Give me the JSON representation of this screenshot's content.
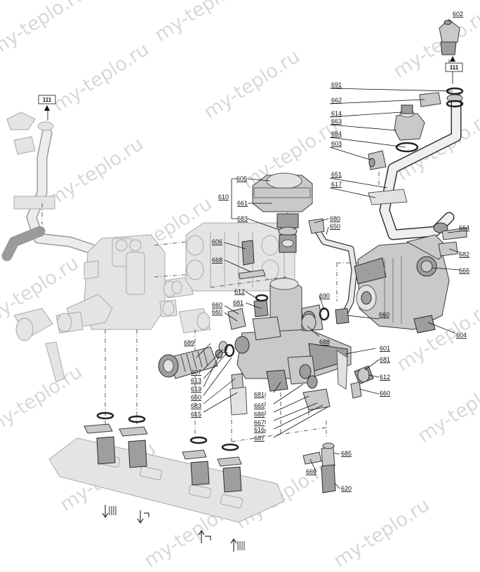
{
  "watermark": "my-teplo.ru",
  "reference_tag": "111",
  "part_labels": {
    "p602": "602",
    "p691": "691",
    "p662": "662",
    "p614": "614",
    "p663": "663",
    "p684": "684",
    "p603": "603",
    "p651": "651",
    "p617": "617",
    "p605": "605",
    "p610": "610",
    "p661": "661",
    "p683a": "683",
    "p680": "680",
    "p650": "650",
    "p664": "664",
    "p682": "682",
    "p666": "666",
    "p606": "606",
    "p668": "668",
    "p612a": "612",
    "p681a": "681",
    "p660a": "660",
    "p660b": "660",
    "p690": "690",
    "p660c": "660",
    "p688": "688",
    "p604": "604",
    "p689": "689",
    "p601": "601",
    "p681b": "681",
    "p612b": "612",
    "p660d": "660",
    "p607": "607",
    "p613": "613",
    "p619": "619",
    "p660e": "660",
    "p683b": "683",
    "p615": "615",
    "p681c": "681",
    "p665": "665",
    "p686": "686",
    "p667": "667",
    "p616": "616",
    "p687": "687",
    "p685": "685",
    "p669": "669",
    "p620": "620"
  },
  "icons": {
    "ref_arrow": "arrow-up-icon",
    "hot_water_out": "radiator-arrow-down-icon",
    "flow_out": "tap-arrow-down-icon",
    "gas_in": "tap-arrow-up-icon",
    "return_in": "radiator-arrow-up-icon"
  }
}
